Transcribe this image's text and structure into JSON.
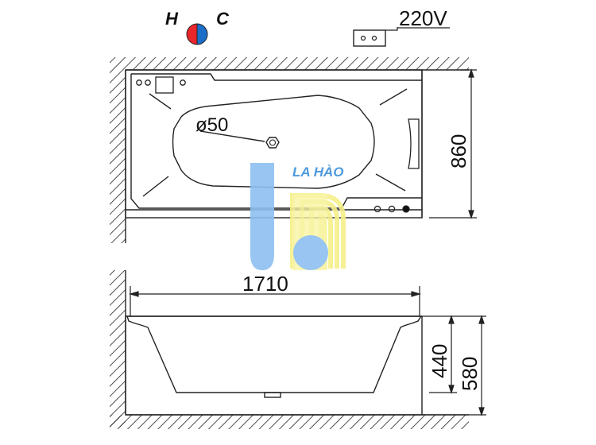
{
  "labels": {
    "hot": "H",
    "cold": "C",
    "voltage": "220V",
    "drain": "ø50",
    "length": "1710",
    "width": "860",
    "inner_height": "440",
    "total_height": "580",
    "watermark": "LA HÀO"
  },
  "colors": {
    "hot": "#e8262b",
    "cold": "#1c6fc8",
    "watermark_blue": "#8dbff0",
    "watermark_yellow": "#f6f08a",
    "line": "#222222"
  },
  "icons": {
    "hot_cold_indicator": "half-circle-red-blue",
    "power_socket": "two-pin-socket",
    "drain": "octagon-drain"
  }
}
